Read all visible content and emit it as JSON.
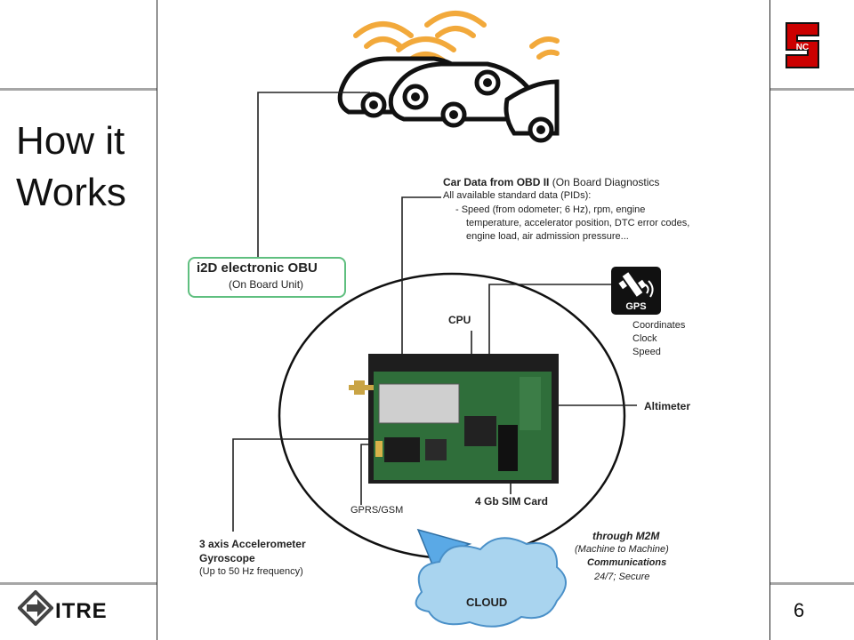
{
  "slide": {
    "title_line1": "How it",
    "title_line2": "Works",
    "page_number": "6",
    "footer_logo_text": "ITRE",
    "corner_logo_text": "NC"
  },
  "diagram": {
    "obu_title": "i2D electronic OBU",
    "obu_subtitle": "(On Board Unit)",
    "car_data_title": "Car Data from OBD II",
    "car_data_title_suffix": "(On Board Diagnostics",
    "car_data_line2": "All available standard data (PIDs):",
    "car_data_line3": "-  Speed (from odometer; 6 Hz), rpm, engine",
    "car_data_line4": "temperature, accelerator position, DTC error codes,",
    "car_data_line5": "engine load, air admission pressure...",
    "gps_icon_label": "GPS",
    "gps_line1": "Coordinates",
    "gps_line2": "Clock",
    "gps_line3": "Speed",
    "cpu_label": "CPU",
    "altimeter_label": "Altimeter",
    "gprs_label": "GPRS/GSM",
    "sim_label": "4 Gb SIM Card",
    "accel_line1": "3 axis Accelerometer",
    "accel_line2": "Gyroscope",
    "accel_line3": "(Up to 50 Hz frequency)",
    "m2m_line1": "through M2M",
    "m2m_line2": "(Machine to Machine)",
    "m2m_line3": "Communications",
    "m2m_line4": "24/7; Secure",
    "cloud_label": "CLOUD"
  },
  "colors": {
    "wifi": "#f2a93b",
    "obu_border": "#5fbf7f",
    "board_green": "#2f6e3a",
    "cloud": "#a9d4ef",
    "arrow": "#5aa9e6",
    "nc_red": "#cc0000"
  }
}
